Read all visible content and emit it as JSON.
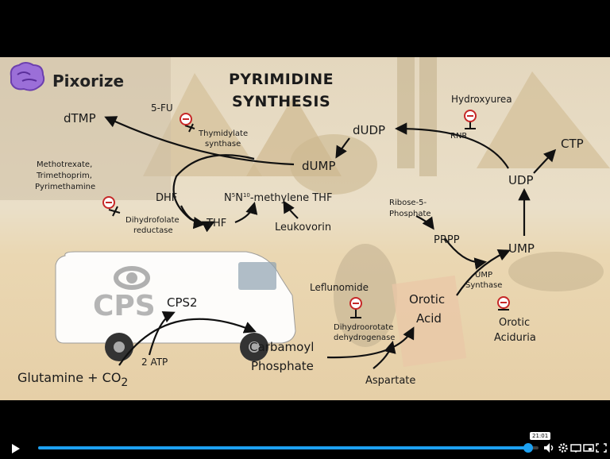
{
  "brand": {
    "name": "Pixorize"
  },
  "slide": {
    "title_line1": "PYRIMIDINE",
    "title_line2": "SYNTHESIS",
    "van_logo_text": "CPS",
    "molecules": {
      "glutamine_co2": "Glutamine + CO",
      "co2_subscript": "2",
      "atp": "2 ATP",
      "cps2": "CPS2",
      "carbamoyl_1": "Carbamoyl",
      "carbamoyl_2": "Phosphate",
      "aspartate": "Aspartate",
      "orotic_1": "Orotic",
      "orotic_2": "Acid",
      "ump": "UMP",
      "udp": "UDP",
      "ctp": "CTP",
      "dudp": "dUDP",
      "dump": "dUMP",
      "dtmp": "dTMP",
      "prpp": "PRPP",
      "ribose_1": "Ribose-5-",
      "ribose_2": "Phosphate",
      "dhf": "DHF",
      "thf": "THF",
      "methylene_n1": "N",
      "methylene_sup1": "5",
      "methylene_n2": "N",
      "methylene_sup2": "10",
      "methylene_rest": "-methylene THF",
      "leukovorin": "Leukovorin"
    },
    "enzymes": {
      "thymidylate_1": "Thymidylate",
      "thymidylate_2": "synthase",
      "dhfr_1": "Dihydrofolate",
      "dhfr_2": "reductase",
      "dhodh_1": "Dihydroorotate",
      "dhodh_2": "dehydrogenase",
      "ump_synth_1": "UMP",
      "ump_synth_2": "Synthase",
      "rnr": "RNR"
    },
    "inhibitors": {
      "five_fu": "5-FU",
      "mtx_1": "Methotrexate,",
      "mtx_2": "Trimethoprim,",
      "mtx_3": "Pyrimethamine",
      "leflunomide": "Leflunomide",
      "hydroxyurea": "Hydroxyurea"
    },
    "disease": {
      "line1": "Orotic",
      "line2": "Aciduria"
    }
  },
  "player": {
    "progress_fraction": 0.98,
    "time_tooltip": "21:01"
  }
}
